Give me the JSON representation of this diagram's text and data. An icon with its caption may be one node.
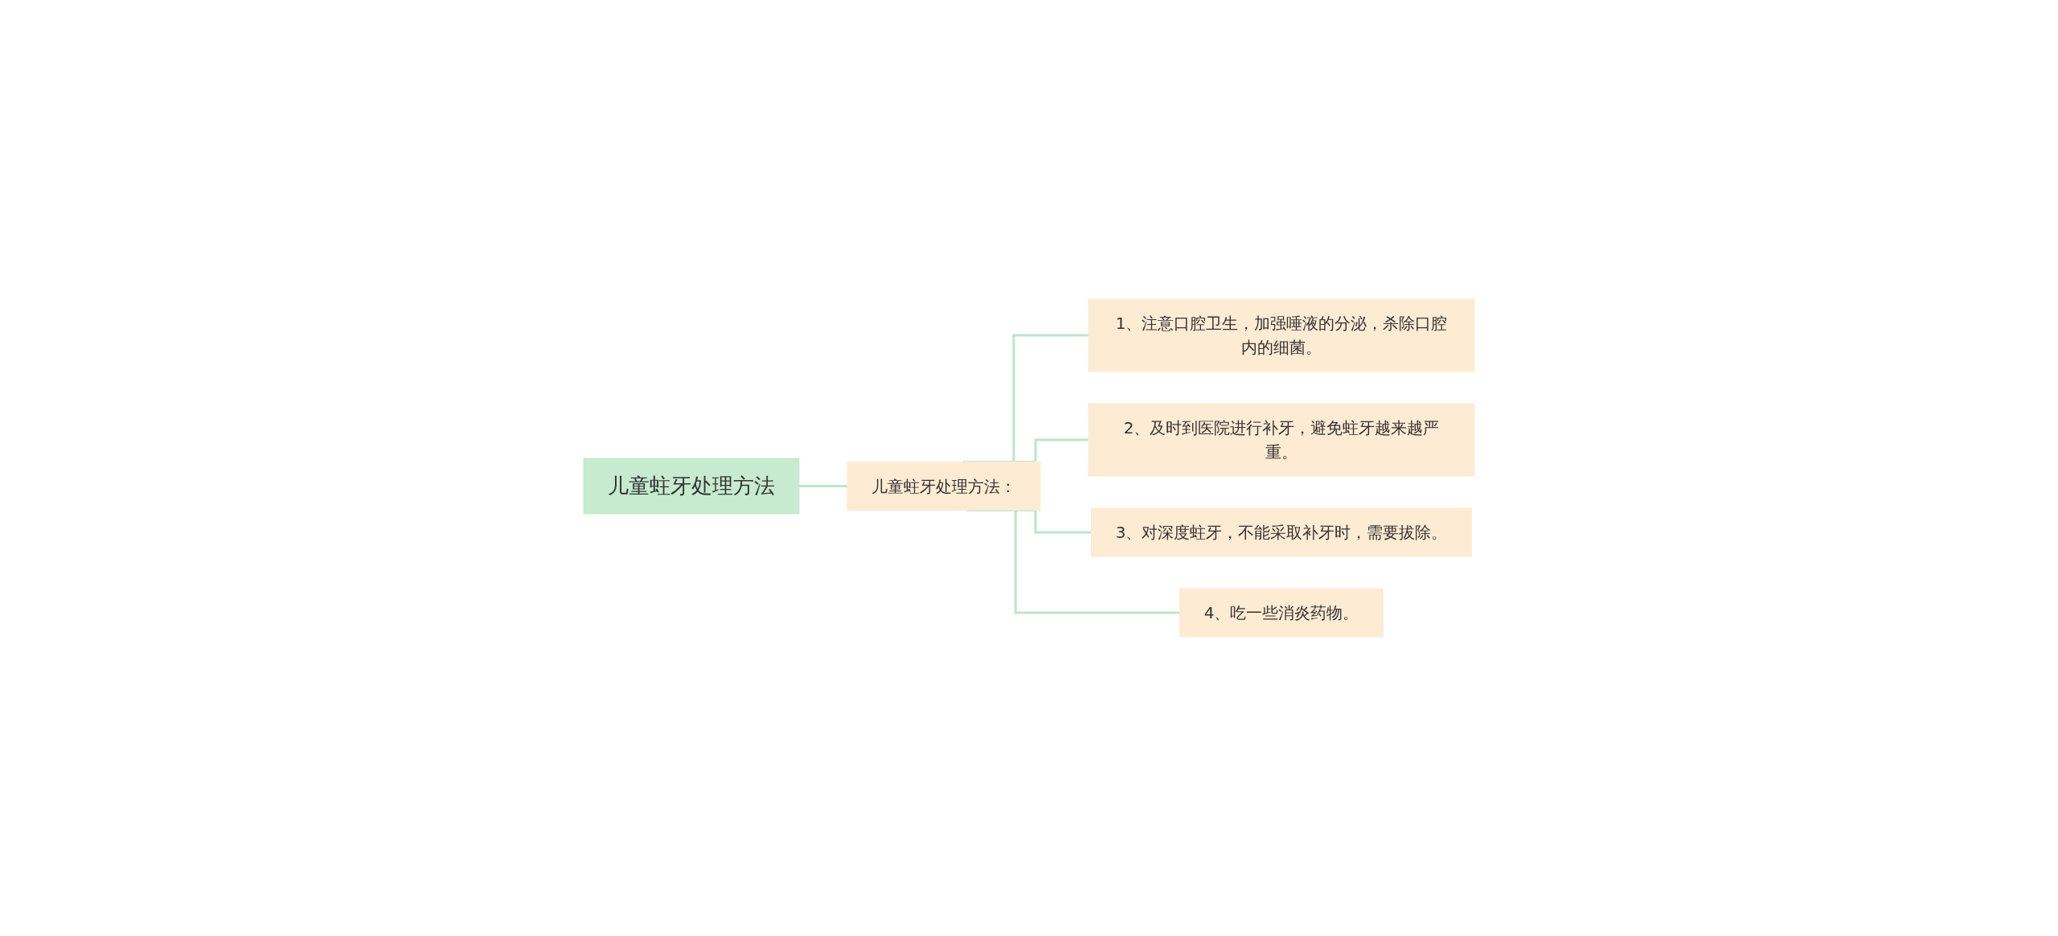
{
  "diagram": {
    "nodes": [
      {
        "text": [
          "儿童蛀牙处理方法"
        ]
      },
      {
        "text": [
          "儿童蛀牙处理方法："
        ]
      },
      {
        "text": [
          "1、注意口腔卫生，加强唾液的分泌，杀除口腔内的细菌。"
        ]
      },
      {
        "text": [
          "2、及时到医院进行补牙，避免蛀牙越来越严重。"
        ]
      },
      {
        "text": [
          "3、对深度蛀牙，不能采取补牙时，需要拔除。"
        ]
      },
      {
        "text": [
          "4、吃一些消炎药物。"
        ]
      }
    ],
    "edges": [
      {
        "from": 0,
        "to": 1,
        "arrow": "none"
      },
      {
        "from": 1,
        "to": 2,
        "arrow": "none"
      },
      {
        "from": 1,
        "to": 3,
        "arrow": "none"
      },
      {
        "from": 1,
        "to": 4,
        "arrow": "none"
      },
      {
        "from": 1,
        "to": 5,
        "arrow": "none"
      }
    ]
  }
}
